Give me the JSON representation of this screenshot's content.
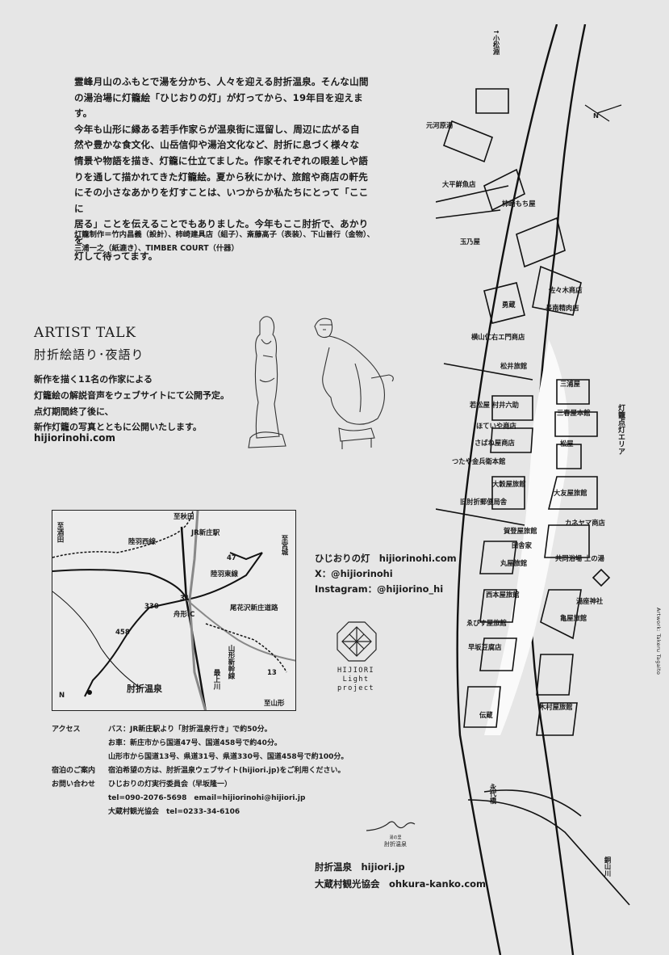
{
  "intro": {
    "lines": [
      "霊峰月山のふもとで湯を分かち、人々を迎える肘折温泉。そんな山間",
      "の湯治場に灯籠絵「ひじおりの灯」が灯ってから、19年目を迎えます。",
      "今年も山形に縁ある若手作家らが温泉街に逗留し、周辺に広がる自",
      "然や豊かな食文化、山岳信仰や湯治文化など、肘折に息づく様々な",
      "情景や物語を描き、灯籠に仕立てました。作家それぞれの眼差しや語",
      "りを通して描かれてきた灯籠絵。夏から秋にかけ、旅館や商店の軒先",
      "にその小さなあかりを灯すことは、いつからか私たちにとって「ここに",
      "居る」ことを伝えることでもありました。今年もここ肘折で、あかりを",
      "灯して待ってます。"
    ]
  },
  "credits": {
    "lines": [
      "灯籠制作＝竹内昌義（設計）、柿崎建具店（組子）、斎藤高子（表装）、下山普行（金物）、",
      "三浦一之（紙漉き）、TIMBER COURT（什器）"
    ]
  },
  "talk": {
    "title": "ARTIST TALK",
    "subtitle": "肘折絵語り･夜語り",
    "lines": [
      "新作を描く11名の作家による",
      "灯籠絵の解説音声をウェブサイトにて公開予定。",
      "点灯期間終了後に、",
      "新作灯籠の写真とともに公開いたします。"
    ],
    "url": "hijiorinohi.com"
  },
  "route_map": {
    "labels": {
      "akita": "至秋田",
      "shinjo_st": "JR新庄駅",
      "sakata": "至酒田",
      "miyagi": "至宮城",
      "rikuu_west": "陸羽西線",
      "rikuu_east": "陸羽東線",
      "r47": "47",
      "r31": "31",
      "r330": "330",
      "r458": "458",
      "r13": "13",
      "funagata": "舟形IC",
      "expressway": "尾花沢新庄道路",
      "shinkansen": "山形新幹線",
      "mogami": "最上川",
      "yamagata": "至山形",
      "hijiori": "肘折温泉",
      "north": "N"
    }
  },
  "links": {
    "site": "ひじおりの灯　hijiorinohi.com",
    "x": "X：@hijiorinohi",
    "instagram": "Instagram：@hijiorino_hi"
  },
  "logo": {
    "line1": "HIJIORI",
    "line2": "Light",
    "line3": "project"
  },
  "access": {
    "label_access": "アクセス",
    "bus": "バス：JR新庄駅より「肘折温泉行き」で約50分。",
    "car1": "お車：新庄市から国道47号、国道458号で約40分。",
    "car2": "山形市から国道13号、県道31号、県道330号、国道458号で約100分。",
    "label_stay": "宿泊のご案内",
    "stay": "宿泊希望の方は、肘折温泉ウェブサイト(hijiori.jp)をご利用ください。",
    "label_contact": "お問い合わせ",
    "committee": "ひじおりの灯実行委員会（早坂隆一）",
    "tel_email": "tel=090-2076-5698　email=hijiorinohi@hijiori.jp",
    "kanko": "大蔵村観光協会　tel=0233-34-6106"
  },
  "onsen_mark": {
    "small": "湯の里",
    "name": "肘折温泉"
  },
  "footer": {
    "line1": "肘折温泉　hijiori.jp",
    "line2": "大蔵村観光協会　ohkura-kanko.com"
  },
  "town_map": {
    "labels": {
      "komatsubuchi": "↑小松淵",
      "north": "N",
      "motokawara": "元河原湯",
      "oohirasen": "大平鮮魚店",
      "kakizaki": "柿崎もち屋",
      "tamanoya": "玉乃屋",
      "sasaki": "佐々木商店",
      "yuzo": "勇蔵",
      "nagami": "長南精肉店",
      "yokoyama": "横山仁右エ門商店",
      "matsui": "松井旅館",
      "miuraya": "三浦屋",
      "wakamatsu": "若松屋 村井六助",
      "miharuya": "三春屋本館",
      "hoteiya": "ほていや商店",
      "sabaneya": "さばね屋商店",
      "matsuya": "松屋",
      "tsutaya": "つたや金兵衛本館",
      "ookuraya": "大穀屋旅館",
      "ootomoya": "大友屋旅館",
      "old_post": "旧肘折郵便局舎",
      "kaneyama": "カネヤマ商店",
      "kanoya": "賀登屋旅館",
      "tashaya": "田舎家",
      "kyodo": "共同浴場 上の湯",
      "maruya": "丸屋旅館",
      "nishimura": "西本屋旅館",
      "yuza": "湯座神社",
      "kameya": "亀屋旅館",
      "ebisuya": "ゑびす屋旅館",
      "hayasaka": "早坂豆腐店",
      "kimuraya": "木村屋旅館",
      "denzo": "伝蔵",
      "eitai": "永代橋",
      "dozan": "銅山川",
      "toro_area": "灯籠点灯エリア"
    }
  },
  "artwork": "Artwork: Takeru Tagaito"
}
